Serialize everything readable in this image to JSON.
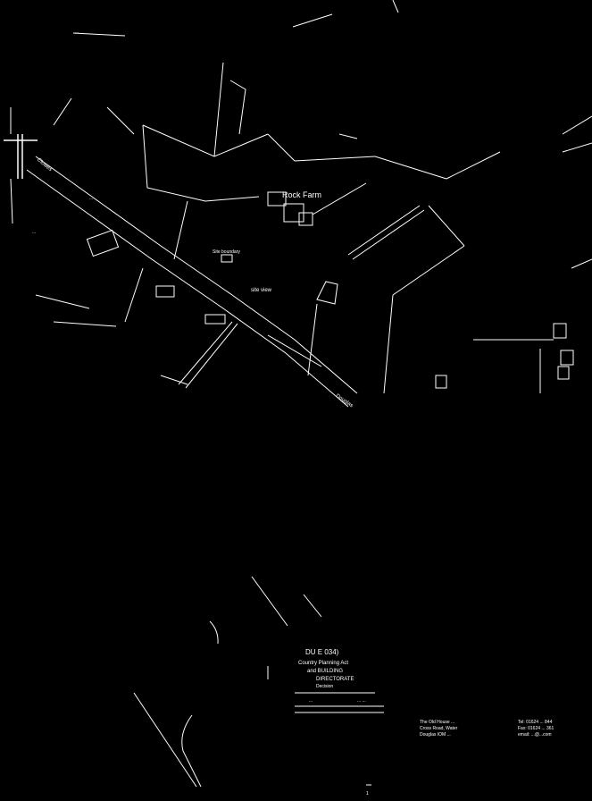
{
  "labels": {
    "farm": "Rock Farm",
    "site_view": "site view",
    "road_west": "Clowes",
    "road_south": "Douglas",
    "small_top": "...",
    "small_left_a": "...",
    "small_left_b": "...",
    "small_center": "Site boundary"
  },
  "stamp": {
    "ref": "DU   E   034)",
    "line1": "Country Planning Act",
    "line2": "and BUILDING",
    "line3": "DIRECTORATE",
    "line4": "Decision",
    "line5": "...",
    "line6": "...  ..."
  },
  "footer": {
    "left": [
      "The Old House ...",
      "Cross Road, Water",
      "Douglas IOM ..."
    ],
    "right": [
      "Tel: 01624 ... 844",
      "Fax: 01624 ... 361",
      "email: ...@...com"
    ]
  },
  "page_marker": "1",
  "colors": {
    "background": "#000000",
    "ink": "#ffffff"
  }
}
